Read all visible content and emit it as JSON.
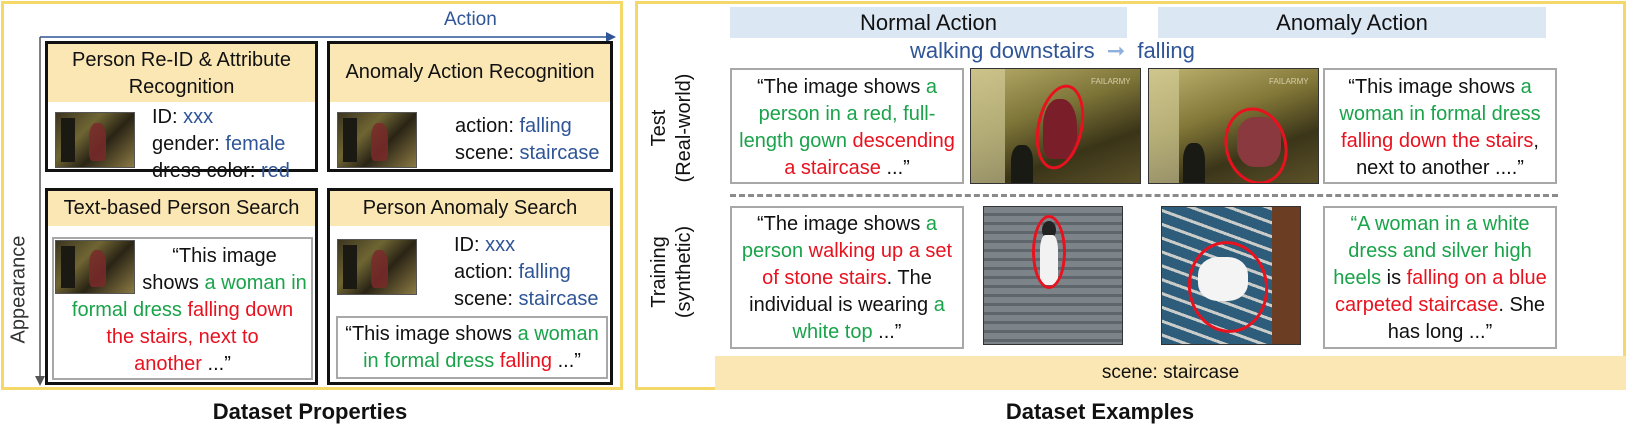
{
  "left_panel": {
    "axis_top_label": "Action",
    "axis_left_label": "Appearance",
    "footer": "Dataset Properties",
    "cards": {
      "reid": {
        "title": "Person Re-ID & Attribute Recognition",
        "id_label": "ID: ",
        "id_value": "xxx",
        "gender_label": "gender: ",
        "gender_value": "female",
        "dress_label": "dress color: ",
        "dress_value": "red"
      },
      "anomaly_action": {
        "title": "Anomaly Action Recognition",
        "action_label": "action: ",
        "action_value": "falling",
        "scene_label": "scene: ",
        "scene_value": "staircase"
      },
      "text_search": {
        "title": "Text-based Person Search",
        "q1": "“This image",
        "q2a": "shows ",
        "q2b": "a woman in",
        "q3a": "formal dress ",
        "q3b": "falling down",
        "q4": "the stairs, next to",
        "q5a": "another",
        "q5b": " ...”"
      },
      "anomaly_search": {
        "title": "Person Anomaly Search",
        "id_label": "ID: ",
        "id_value": "xxx",
        "action_label": "action: ",
        "action_value": "falling",
        "scene_label": "scene: ",
        "scene_value": "staircase",
        "q1a": "“This image shows ",
        "q1b": "a woman",
        "q2a": "in formal dress ",
        "q2b": "falling",
        "q2c": " ...”"
      }
    }
  },
  "right_panel": {
    "footer": "Dataset Examples",
    "normal_header": "Normal Action",
    "anomaly_header": "Anomaly Action",
    "normal_action": "walking downstairs",
    "anomaly_action": "falling",
    "arrow": "➞",
    "row_test_l1": "Test",
    "row_test_l2": "(Real-world)",
    "row_train_l1": "Training",
    "row_train_l2": "(synthetic)",
    "scene_band": "scene: staircase",
    "watermark": "FAILARMY",
    "test_normal": {
      "l1a": "“The image shows ",
      "l1b": "a",
      "l2": "person in a red, full-",
      "l3a": "length gown ",
      "l3b": "descending",
      "l4a": "a staircase",
      "l4b": " ...”"
    },
    "test_anomaly": {
      "l1a": "“This image shows ",
      "l1b": "a",
      "l2": "woman in formal dress",
      "l3": "falling down the stairs",
      "l3b": ",",
      "l4": "next to another ....”"
    },
    "train_normal": {
      "l1a": "“The image shows ",
      "l1b": "a",
      "l2a": "person ",
      "l2b": "walking up a set",
      "l3a": "of stone stairs",
      "l3b": ". The",
      "l4a": "individual is wearing ",
      "l4b": "a",
      "l5a": "white top",
      "l5b": " ...”"
    },
    "train_anomaly": {
      "l1a": "“",
      "l1b": "A woman in a white",
      "l2": "dress and silver high",
      "l3a": "heels",
      "l3b": " is ",
      "l3c": "falling on a blue",
      "l4a": "carpeted staircase",
      "l4b": ". She",
      "l5": "has long ...”"
    }
  },
  "colors": {
    "panel_border": "#f5d86a",
    "card_header": "#fbe7b3",
    "band": "#dce7f4",
    "highlight_green": "#1aa34a",
    "highlight_red": "#e8121f",
    "value_blue": "#2f5597"
  }
}
